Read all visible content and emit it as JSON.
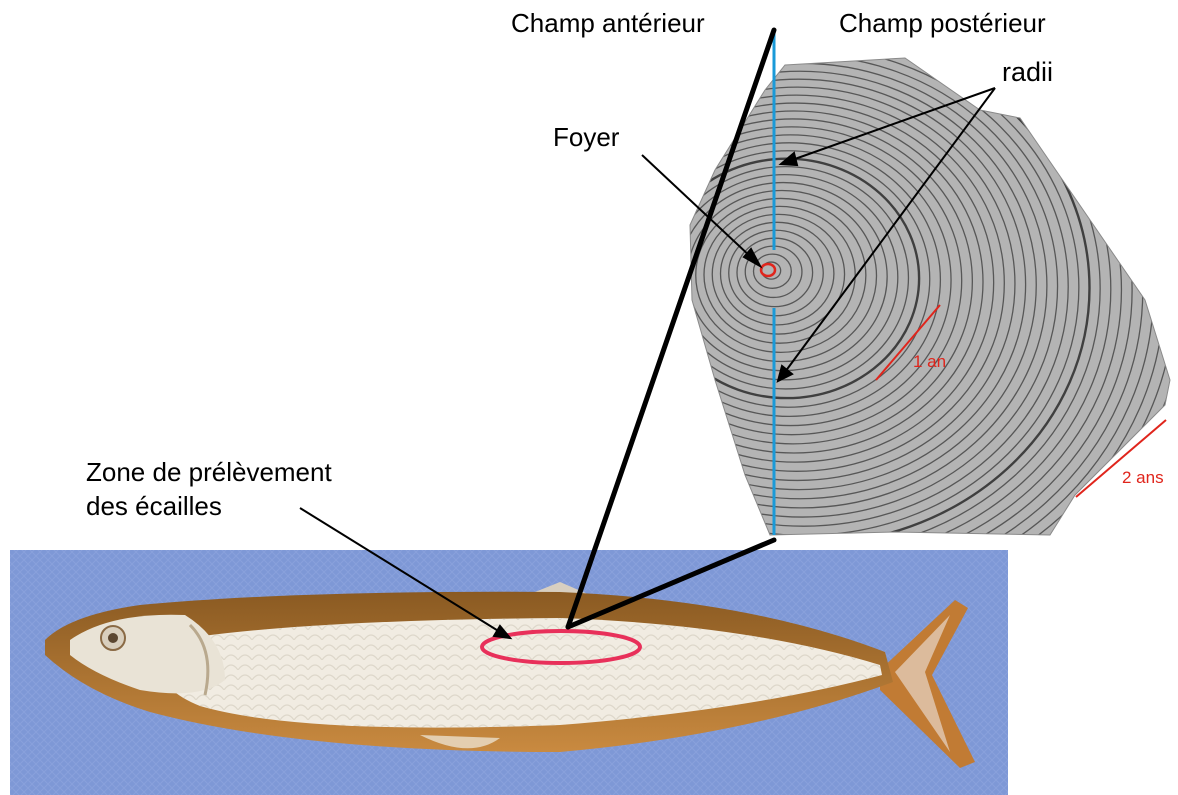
{
  "labels": {
    "champ_anterieur": "Champ antérieur",
    "champ_posterieur": "Champ postérieur",
    "radii": "radii",
    "foyer": "Foyer",
    "zone_line1": "Zone de prélèvement",
    "zone_line2": "des écailles",
    "annee_1": "1 an",
    "annee_2": "2 ans"
  },
  "colors": {
    "background_photo": "#7f98d6",
    "fish_back": "#b8742c",
    "fish_belly": "#f1ece2",
    "scale": "#b4b4b4",
    "annotation_red": "#e0251c",
    "ellipse_red": "#e8305a",
    "axis_blue": "#1a9ad8",
    "leader_black": "#000000"
  },
  "icons": {
    "fish": "fish-photo",
    "scale": "fish-scale-image"
  }
}
